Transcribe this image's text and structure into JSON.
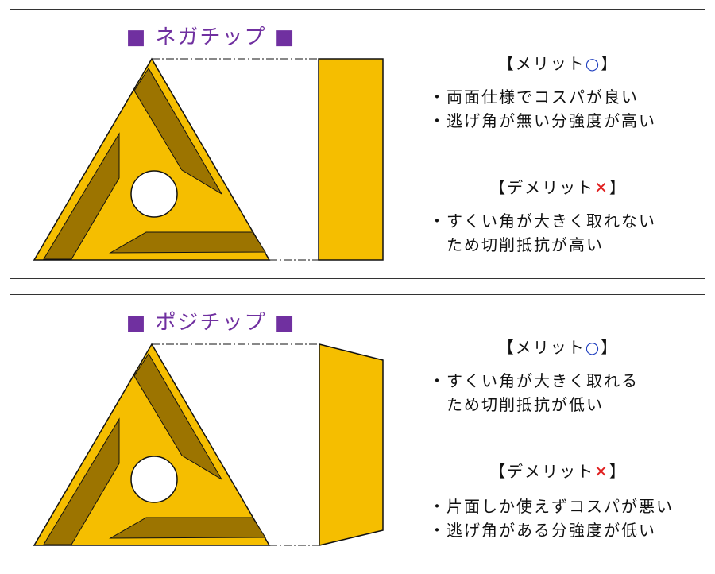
{
  "colors": {
    "insert": "#f5be00",
    "band": "#9c7400",
    "title": "#7030a0",
    "circle": "#1f3fbf",
    "cross": "#e02020"
  },
  "panels": [
    {
      "title": "■ ネガチップ ■",
      "merit_label": "【メリット",
      "merit_mark": "○",
      "merit_end": "】",
      "merits": [
        "・両面仕様でコスパが良い",
        "・逃げ角が無い分強度が高い"
      ],
      "demerit_label": "【デメリット",
      "demerit_mark": "✕",
      "demerit_end": "】",
      "demerits": [
        "・すくい角が大きく取れない",
        "　ため切削抵抗が高い"
      ]
    },
    {
      "title": "■ ポジチップ ■",
      "merit_label": "【メリット",
      "merit_mark": "○",
      "merit_end": "】",
      "merits": [
        "・すくい角が大きく取れる",
        "　ため切削抵抗が低い"
      ],
      "demerit_label": "【デメリット",
      "demerit_mark": "✕",
      "demerit_end": "】",
      "demerits": [
        "・片面しか使えずコスパが悪い",
        "・逃げ角がある分強度が低い"
      ]
    }
  ]
}
